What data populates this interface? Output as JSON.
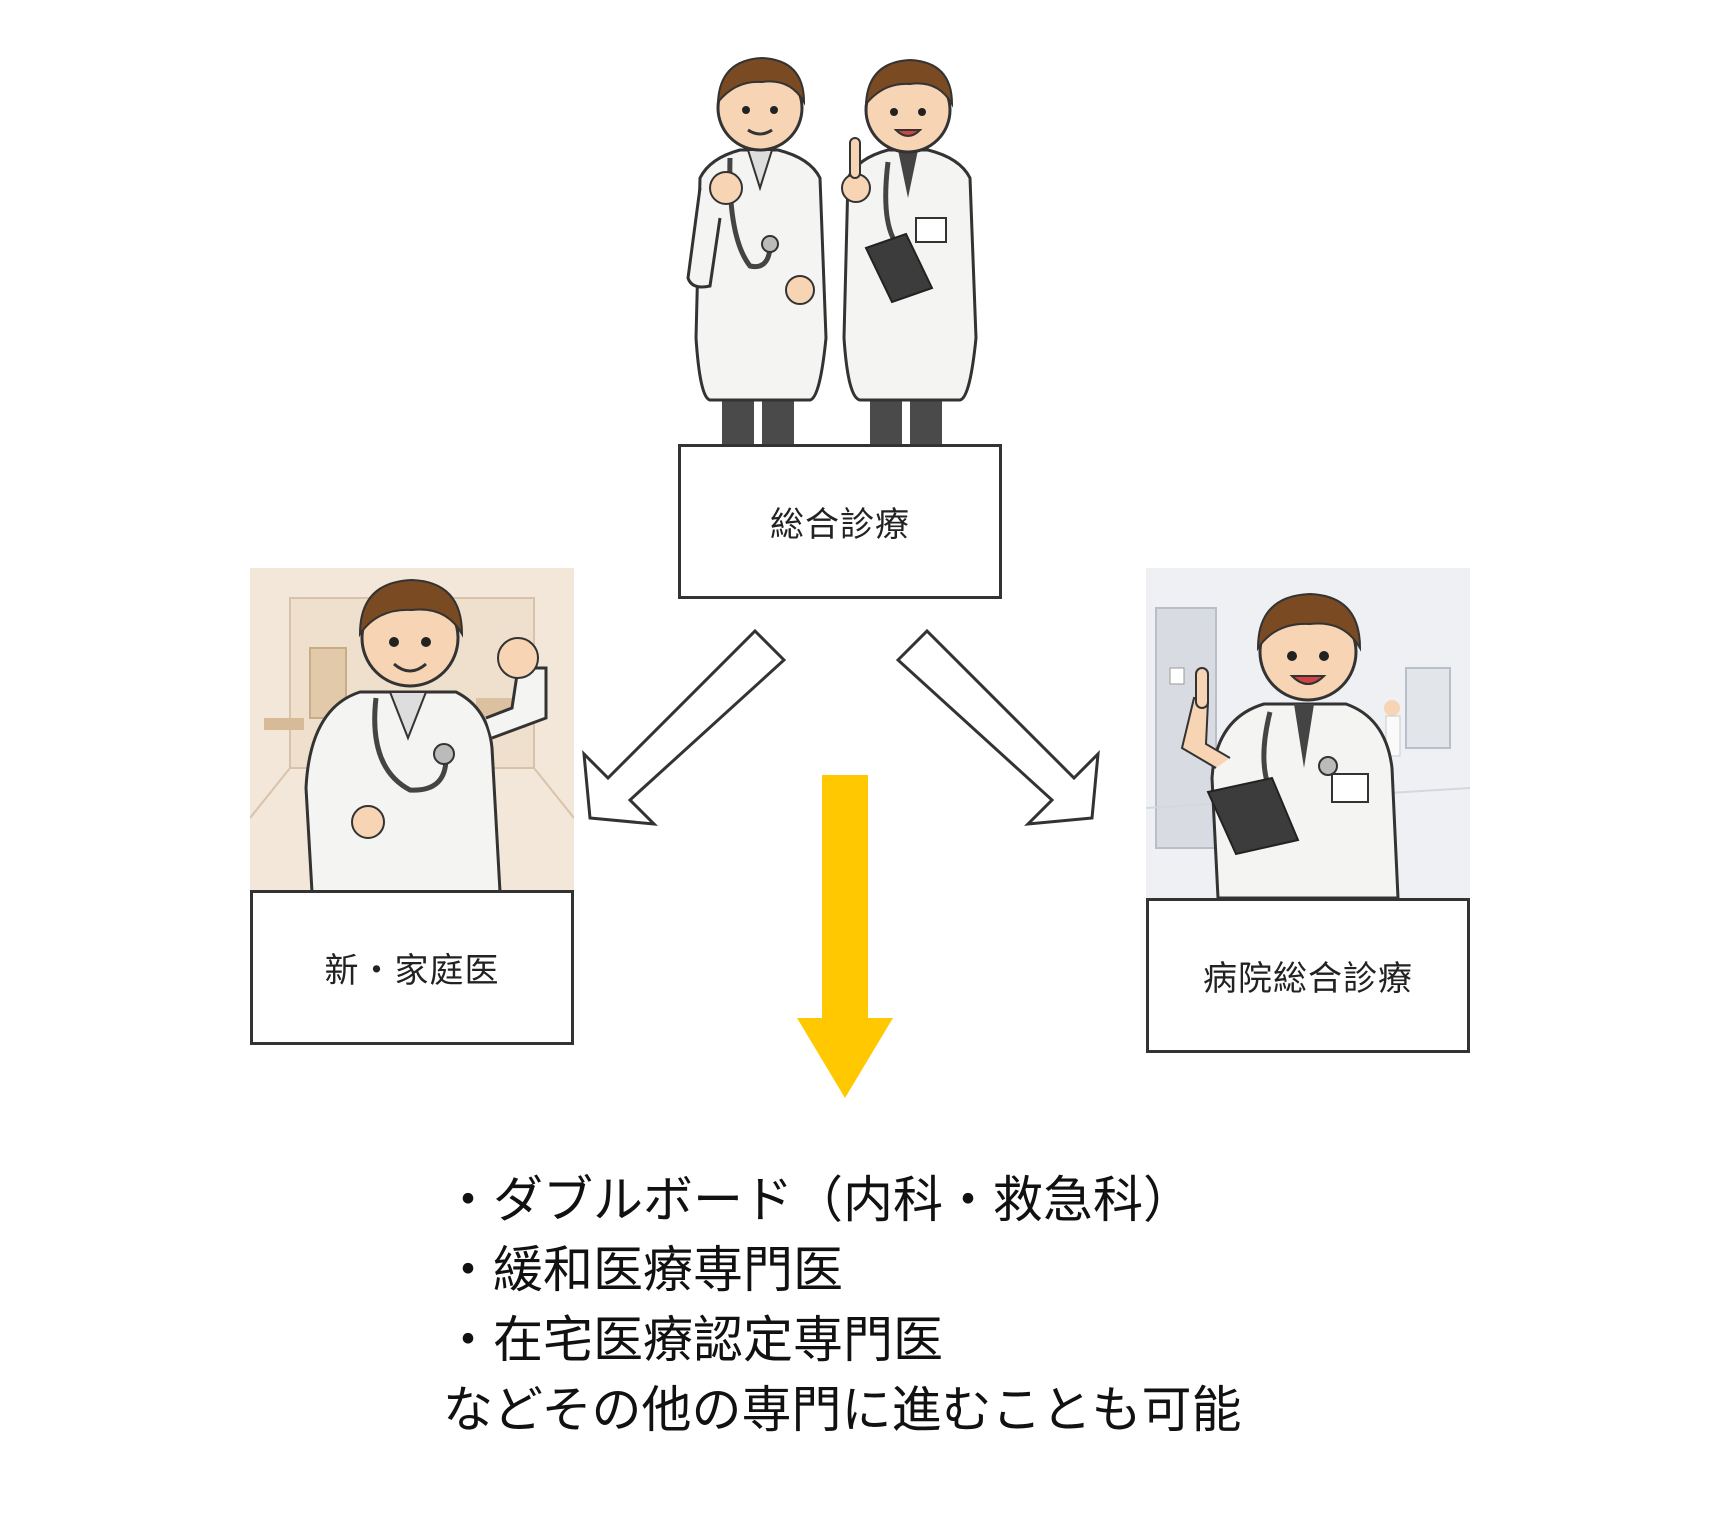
{
  "top_node": {
    "label": "総合診療"
  },
  "left_node": {
    "label": "新・家庭医"
  },
  "right_node": {
    "label": "病院総合診療"
  },
  "colors": {
    "down_arrow": "#ffc800",
    "outline": "#333333",
    "coat": "#f4f4f2",
    "hair": "#7a4a22",
    "skin": "#f6d4b4"
  },
  "options": [
    "・ダブルボード（内科・救急科）",
    "・緩和医療専門医",
    "・在宅医療認定専門医"
  ],
  "closing": "などその他の専門に進むことも可能"
}
